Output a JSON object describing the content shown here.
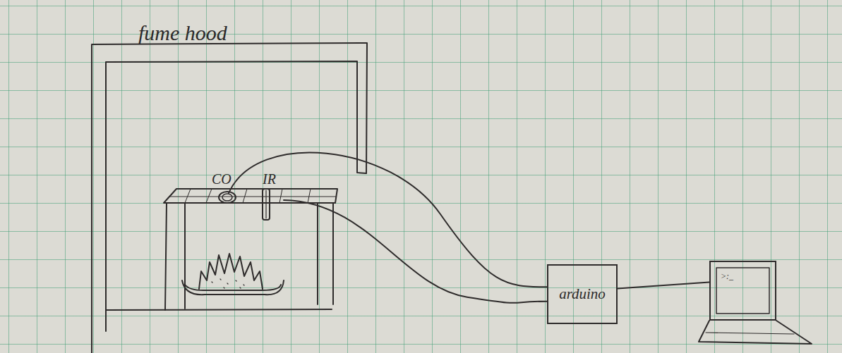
{
  "diagram": {
    "nodes": [
      {
        "text": [
          "fume hood"
        ]
      },
      {
        "text": [
          "CO"
        ],
        "in": 0
      },
      {
        "text": [
          "IR"
        ],
        "in": 0
      },
      {
        "text": [
          "arduino"
        ]
      },
      {
        "text": [
          ">:_"
        ]
      }
    ],
    "edges": [
      {
        "from": 1,
        "to": 3,
        "arrow": "none"
      },
      {
        "from": 2,
        "to": 3,
        "arrow": "none"
      },
      {
        "from": 3,
        "to": 4,
        "arrow": "none"
      }
    ]
  }
}
